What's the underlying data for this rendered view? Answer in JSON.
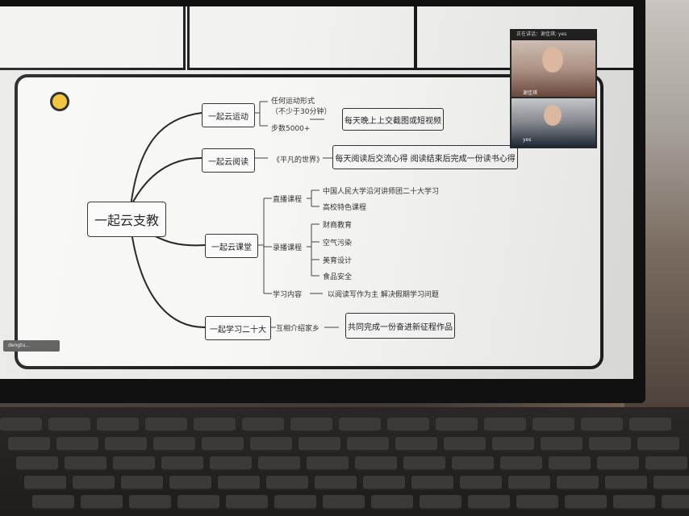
{
  "mindmap": {
    "center": "一起云支教",
    "branch1": {
      "label": "一起云运动",
      "items": [
        "任何运动形式",
        "（不少于30分钟）",
        "步数5000+"
      ],
      "note": "每天晚上上交截图或短视频"
    },
    "branch2": {
      "label": "一起云阅读",
      "book": "《平凡的世界》",
      "note": "每天阅读后交流心得    阅读结束后完成一份读书心得"
    },
    "branch3": {
      "label": "一起云课堂",
      "live": "直播课程",
      "live_items": [
        "中国人民大学沿河讲师团二十大学习",
        "高校特色课程"
      ],
      "recorded": "录播课程",
      "recorded_items": [
        "财商教育",
        "空气污染",
        "美育设计",
        "食品安全"
      ],
      "study": "学习内容",
      "study_note": "以阅读写作为主  解决假期学习问题"
    },
    "branch4": {
      "label": "一起学习二十大",
      "item": "互相介绍家乡",
      "note": "共同完成一份奋进新征程作品"
    }
  },
  "video_call": {
    "header": "正在讲话：谢佳琪; yes",
    "participant1": "谢佳琪",
    "participant2": "yes"
  },
  "left_tag": "dengtu..."
}
